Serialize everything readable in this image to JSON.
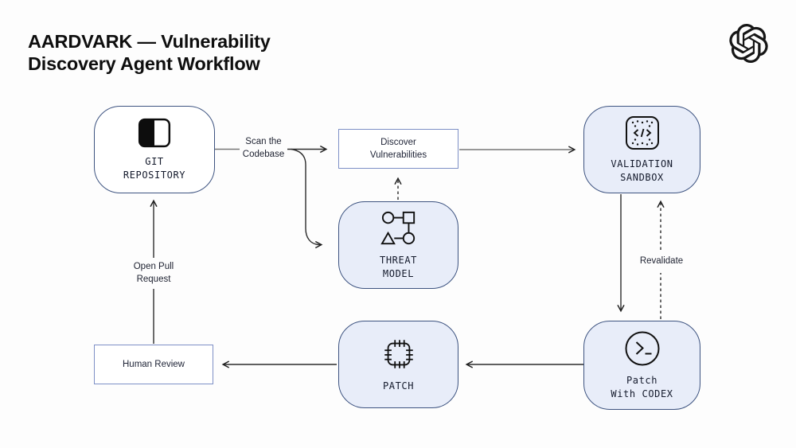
{
  "header": {
    "title_line1": "AARDVARK — Vulnerability",
    "title_line2": "Discovery Agent Workflow"
  },
  "brand": {
    "logo_name": "OpenAI"
  },
  "nodes": {
    "git_repository": {
      "line1": "GIT",
      "line2": "REPOSITORY"
    },
    "discover_vulnerabilities": {
      "line1": "Discover",
      "line2": "Vulnerabilities"
    },
    "validation_sandbox": {
      "line1": "VALIDATION",
      "line2": "SANDBOX"
    },
    "threat_model": {
      "line1": "THREAT",
      "line2": "MODEL"
    },
    "patch": {
      "line1": "PATCH"
    },
    "patch_with_codex": {
      "line1": "Patch",
      "line2": "With CODEX"
    },
    "human_review": {
      "line1": "Human Review"
    }
  },
  "edge_labels": {
    "scan_the_codebase": {
      "line1": "Scan the",
      "line2": "Codebase"
    },
    "open_pull_request": {
      "line1": "Open Pull",
      "line2": "Request"
    },
    "revalidate": {
      "label": "Revalidate"
    }
  },
  "colors": {
    "background": "#fdfdfd",
    "title_text": "#0e0e0e",
    "pill_border": "#3d5380",
    "pill_fill": "#e8edf9",
    "rect_border": "#7e90c6",
    "arrow_dark": "#2c2c2c",
    "arrow_gray": "#767676",
    "icon_stroke": "#111111"
  }
}
